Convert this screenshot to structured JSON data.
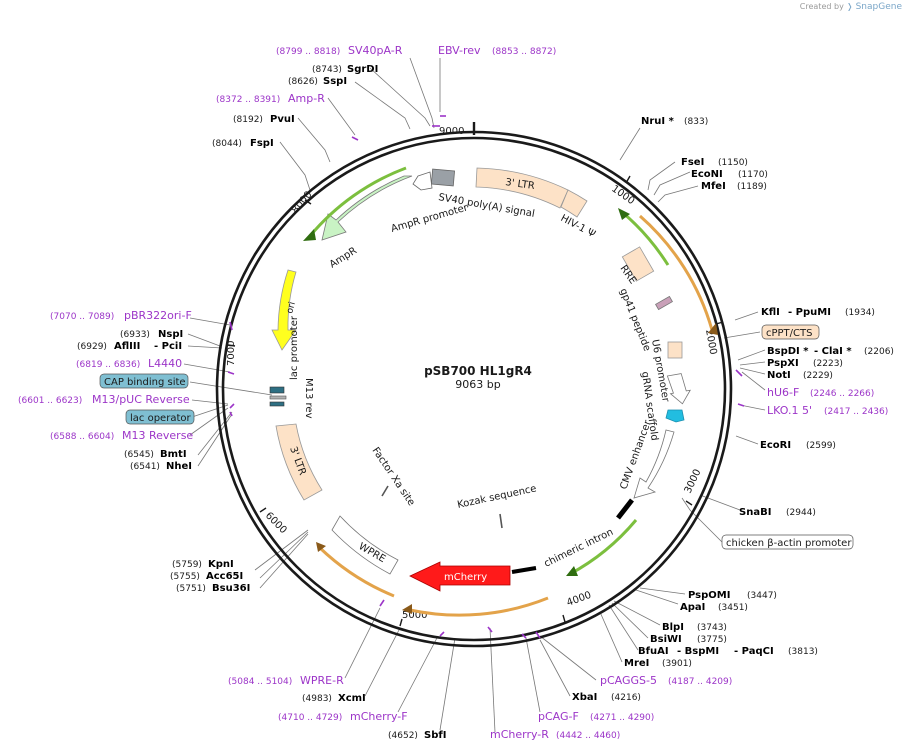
{
  "credit": {
    "prefix": "Created by",
    "brand": "SnapGene"
  },
  "plasmid": {
    "name": "pSB700 HL1gR4",
    "length": "9063 bp"
  },
  "colors": {
    "primer": "#9c35c8",
    "site": "#000000",
    "feature_cyan": "#7fbfd2",
    "arrow_green": "#7cbf3e",
    "arrow_orange": "#e3a34a"
  },
  "ticks": [
    "9000",
    "1000",
    "2000",
    "3000",
    "4000",
    "5000",
    "6000",
    "7000",
    "8000"
  ],
  "feature_labels": {
    "ltr5": "3' LTR",
    "sv40": "SV40 poly(A) signal",
    "hiv": "HIV-1 Ψ",
    "ampr_promoter": "AmpR promoter",
    "ampr": "AmpR",
    "rre": "RRE",
    "gp41": "gp41 peptide",
    "u6": "U6 promoter",
    "scaffold": "gRNA scaffold",
    "cmv": "CMV enhancer",
    "ori": "ori",
    "lac": "lac promoter",
    "m13": "M13 rev",
    "ltr3": "3' LTR",
    "factorxa": "Factor Xa site",
    "kozak": "Kozak sequence",
    "chimeric": "chimeric intron",
    "mcherry": "mCherry",
    "wpre": "WPRE"
  },
  "boxed_labels": {
    "cppt": "cPPT/CTS",
    "cap": "CAP binding site",
    "lacop": "lac operator",
    "chicken": "chicken β-actin promoter"
  },
  "annotations": [
    {
      "id": "a01",
      "text": "(8799 .. 8818)",
      "kind": "coord-primer"
    },
    {
      "id": "a02",
      "text": "SV40pA-R",
      "kind": "primer"
    },
    {
      "id": "a03",
      "text": "EBV-rev",
      "kind": "primer"
    },
    {
      "id": "a04",
      "text": "(8853 .. 8872)",
      "kind": "coord-primer"
    },
    {
      "id": "a05",
      "text": "(8743)",
      "kind": "coord"
    },
    {
      "id": "a06",
      "text": "SgrDI",
      "kind": "site"
    },
    {
      "id": "a07",
      "text": "(8626)",
      "kind": "coord"
    },
    {
      "id": "a08",
      "text": "SspI",
      "kind": "site"
    },
    {
      "id": "a09",
      "text": "(8372 .. 8391)",
      "kind": "coord-primer"
    },
    {
      "id": "a10",
      "text": "Amp-R",
      "kind": "primer"
    },
    {
      "id": "a11",
      "text": "(8192)",
      "kind": "coord"
    },
    {
      "id": "a12",
      "text": "PvuI",
      "kind": "site"
    },
    {
      "id": "a13",
      "text": "(8044)",
      "kind": "coord"
    },
    {
      "id": "a14",
      "text": "FspI",
      "kind": "site"
    },
    {
      "id": "a15",
      "text": "NruI *",
      "kind": "site"
    },
    {
      "id": "a16",
      "text": "(833)",
      "kind": "coord"
    },
    {
      "id": "a17",
      "text": "FseI",
      "kind": "site"
    },
    {
      "id": "a18",
      "text": "(1150)",
      "kind": "coord"
    },
    {
      "id": "a19",
      "text": "EcoNI",
      "kind": "site"
    },
    {
      "id": "a20",
      "text": "(1170)",
      "kind": "coord"
    },
    {
      "id": "a21",
      "text": "MfeI",
      "kind": "site"
    },
    {
      "id": "a22",
      "text": "(1189)",
      "kind": "coord"
    },
    {
      "id": "a23",
      "text": "KflI",
      "kind": "site"
    },
    {
      "id": "a24",
      "text": "- PpuMI",
      "kind": "site"
    },
    {
      "id": "a25",
      "text": "(1934)",
      "kind": "coord"
    },
    {
      "id": "a26",
      "text": "BspDI *",
      "kind": "site"
    },
    {
      "id": "a27",
      "text": "- ClaI *",
      "kind": "site"
    },
    {
      "id": "a28",
      "text": "(2206)",
      "kind": "coord"
    },
    {
      "id": "a29",
      "text": "PspXI",
      "kind": "site"
    },
    {
      "id": "a30",
      "text": "(2223)",
      "kind": "coord"
    },
    {
      "id": "a31",
      "text": "NotI",
      "kind": "site"
    },
    {
      "id": "a32",
      "text": "(2229)",
      "kind": "coord"
    },
    {
      "id": "a33",
      "text": "hU6-F",
      "kind": "primer"
    },
    {
      "id": "a34",
      "text": "(2246 .. 2266)",
      "kind": "coord-primer"
    },
    {
      "id": "a35",
      "text": "LKO.1 5'",
      "kind": "primer"
    },
    {
      "id": "a36",
      "text": "(2417 .. 2436)",
      "kind": "coord-primer"
    },
    {
      "id": "a37",
      "text": "EcoRI",
      "kind": "site"
    },
    {
      "id": "a38",
      "text": "(2599)",
      "kind": "coord"
    },
    {
      "id": "a39",
      "text": "SnaBI",
      "kind": "site"
    },
    {
      "id": "a40",
      "text": "(2944)",
      "kind": "coord"
    },
    {
      "id": "a41",
      "text": "PspOMI",
      "kind": "site"
    },
    {
      "id": "a42",
      "text": "(3447)",
      "kind": "coord"
    },
    {
      "id": "a43",
      "text": "ApaI",
      "kind": "site"
    },
    {
      "id": "a44",
      "text": "(3451)",
      "kind": "coord"
    },
    {
      "id": "a45",
      "text": "BlpI",
      "kind": "site"
    },
    {
      "id": "a46",
      "text": "(3743)",
      "kind": "coord"
    },
    {
      "id": "a47",
      "text": "BsiWI",
      "kind": "site"
    },
    {
      "id": "a48",
      "text": "(3775)",
      "kind": "coord"
    },
    {
      "id": "a49",
      "text": "BfuAI",
      "kind": "site"
    },
    {
      "id": "a50",
      "text": "- BspMI",
      "kind": "site"
    },
    {
      "id": "a51",
      "text": "- PaqCI",
      "kind": "site"
    },
    {
      "id": "a52",
      "text": "(3813)",
      "kind": "coord"
    },
    {
      "id": "a53",
      "text": "MreI",
      "kind": "site"
    },
    {
      "id": "a54",
      "text": "(3901)",
      "kind": "coord"
    },
    {
      "id": "a55",
      "text": "pCAGGS-5",
      "kind": "primer"
    },
    {
      "id": "a56",
      "text": "(4187 .. 4209)",
      "kind": "coord-primer"
    },
    {
      "id": "a57",
      "text": "XbaI",
      "kind": "site"
    },
    {
      "id": "a58",
      "text": "(4216)",
      "kind": "coord"
    },
    {
      "id": "a59",
      "text": "pCAG-F",
      "kind": "primer"
    },
    {
      "id": "a60",
      "text": "(4271 .. 4290)",
      "kind": "coord-primer"
    },
    {
      "id": "a61",
      "text": "mCherry-R",
      "kind": "primer"
    },
    {
      "id": "a62",
      "text": "(4442 .. 4460)",
      "kind": "coord-primer"
    },
    {
      "id": "a63",
      "text": "(4652)",
      "kind": "coord"
    },
    {
      "id": "a64",
      "text": "SbfI",
      "kind": "site"
    },
    {
      "id": "a65",
      "text": "(4710 .. 4729)",
      "kind": "coord-primer"
    },
    {
      "id": "a66",
      "text": "mCherry-F",
      "kind": "primer"
    },
    {
      "id": "a67",
      "text": "(4983)",
      "kind": "coord"
    },
    {
      "id": "a68",
      "text": "XcmI",
      "kind": "site"
    },
    {
      "id": "a69",
      "text": "(5084 .. 5104)",
      "kind": "coord-primer"
    },
    {
      "id": "a70",
      "text": "WPRE-R",
      "kind": "primer"
    },
    {
      "id": "a71",
      "text": "(5759)",
      "kind": "coord"
    },
    {
      "id": "a72",
      "text": "KpnI",
      "kind": "site"
    },
    {
      "id": "a73",
      "text": "(5755)",
      "kind": "coord"
    },
    {
      "id": "a74",
      "text": "Acc65I",
      "kind": "site"
    },
    {
      "id": "a75",
      "text": "(5751)",
      "kind": "coord"
    },
    {
      "id": "a76",
      "text": "Bsu36I",
      "kind": "site"
    },
    {
      "id": "a77",
      "text": "(6545)",
      "kind": "coord"
    },
    {
      "id": "a78",
      "text": "BmtI",
      "kind": "site"
    },
    {
      "id": "a79",
      "text": "(6541)",
      "kind": "coord"
    },
    {
      "id": "a80",
      "text": "NheI",
      "kind": "site"
    },
    {
      "id": "a81",
      "text": "(6588 .. 6604)",
      "kind": "coord-primer"
    },
    {
      "id": "a82",
      "text": "M13 Reverse",
      "kind": "primer"
    },
    {
      "id": "a83",
      "text": "(6601 .. 6623)",
      "kind": "coord-primer"
    },
    {
      "id": "a84",
      "text": "M13/pUC Reverse",
      "kind": "primer"
    },
    {
      "id": "a85",
      "text": "(6819 .. 6836)",
      "kind": "coord-primer"
    },
    {
      "id": "a86",
      "text": "L4440",
      "kind": "primer"
    },
    {
      "id": "a87",
      "text": "(6929)",
      "kind": "coord"
    },
    {
      "id": "a88",
      "text": "AflIII",
      "kind": "site"
    },
    {
      "id": "a89",
      "text": "- PciI",
      "kind": "site"
    },
    {
      "id": "a90",
      "text": "(6933)",
      "kind": "coord"
    },
    {
      "id": "a91",
      "text": "NspI",
      "kind": "site"
    },
    {
      "id": "a92",
      "text": "(7070 .. 7089)",
      "kind": "coord-primer"
    },
    {
      "id": "a93",
      "text": "pBR322ori-F",
      "kind": "primer"
    }
  ]
}
